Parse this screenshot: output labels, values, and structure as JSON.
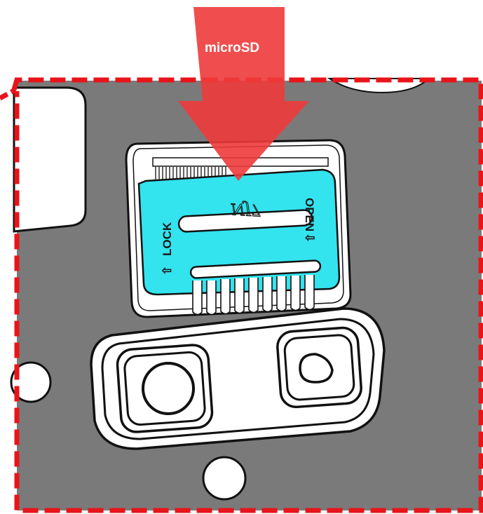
{
  "callout": {
    "label": "microSD"
  },
  "slot": {
    "lock_label": "LOCK",
    "open_label": "OPEN",
    "lock_arrow": "⇧",
    "open_arrow": "⇩",
    "chip_label": "NJ7"
  },
  "colors": {
    "device_body": "#7a7a7a",
    "callout_arrow": "#ee3b3b",
    "dashed_border": "#e8141a",
    "slot_fill": "#33e3ee",
    "outline": "#111111"
  },
  "icons": {
    "callout": "down-arrow-icon",
    "lock_direction": "up-arrow-icon",
    "open_direction": "down-arrow-icon"
  }
}
